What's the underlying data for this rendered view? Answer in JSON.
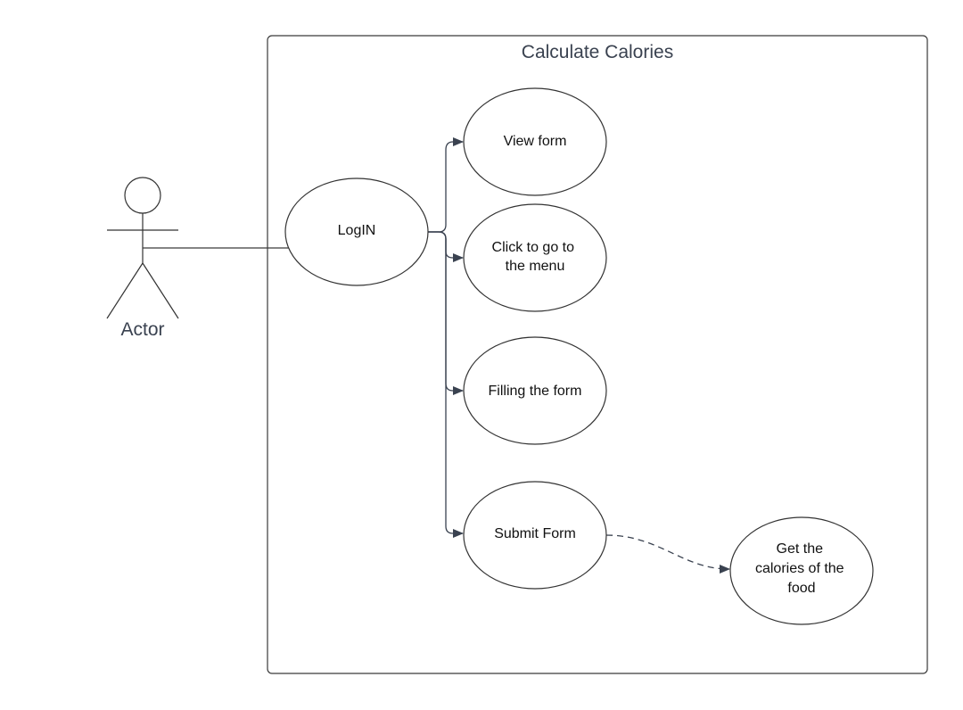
{
  "system": {
    "title": "Calculate Calories"
  },
  "actor": {
    "label": "Actor"
  },
  "use_cases": {
    "login": [
      "LogIN"
    ],
    "view_form": [
      "View form"
    ],
    "menu": [
      "Click to go to",
      "the menu"
    ],
    "filling": [
      "Filling the form"
    ],
    "submit": [
      "Submit Form"
    ],
    "calories": [
      "Get the",
      "calories of the",
      "food"
    ]
  },
  "colors": {
    "text": "#3a4250",
    "stroke": "#333333",
    "background": "#ffffff"
  }
}
